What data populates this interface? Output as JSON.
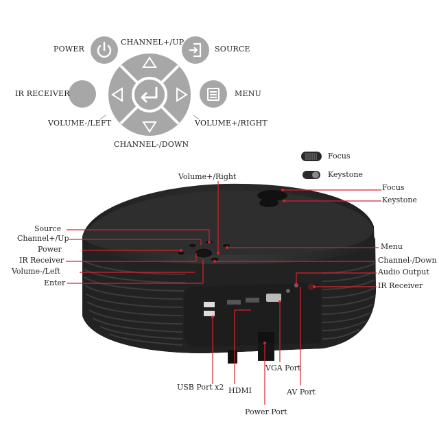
{
  "remote": {
    "power": "POWER",
    "channel_up": "CHANNEL+/UP",
    "source": "SOURCE",
    "ir_receiver": "IR RECEIVER",
    "menu": "MENU",
    "volume_left": "VOLUME-/LEFT",
    "volume_right": "VOLUME+/RIGHT",
    "channel_down": "CHANNEL-/DOWN"
  },
  "legend": {
    "focus": "Focus",
    "keystone": "Keystone"
  },
  "projector": {
    "volume_right": "Volume+/Right",
    "focus": "Focus",
    "keystone": "Keystone",
    "source": "Source",
    "channel_up": "Channel+/Up",
    "power": "Power",
    "ir_receiver_left": "IR Receiver",
    "volume_left": "Volume-/Left",
    "enter": "Enter",
    "menu": "Menu",
    "channel_down": "Channel-/Down",
    "audio_output": "Audio Output",
    "ir_receiver_right": "IR Receiver",
    "usb_port": "USB Port x2",
    "hdmi": "HDMI",
    "vga_port": "VGA Port",
    "av_port": "AV Port",
    "power_port": "Power Port"
  },
  "colors": {
    "button_gray": "#a7a7a7",
    "body_dark": "#2b2b2b",
    "leader_red": "#d9232d"
  }
}
